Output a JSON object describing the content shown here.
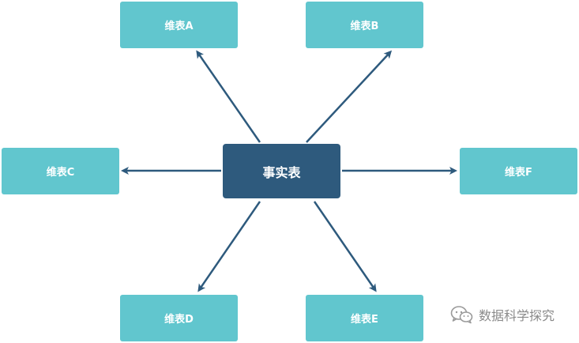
{
  "diagram": {
    "fact_table": "事实表",
    "dimensions": {
      "a": "维表A",
      "b": "维表B",
      "c": "维表C",
      "d": "维表D",
      "e": "维表E",
      "f": "维表F"
    }
  },
  "watermark": {
    "text": "数据科学探究",
    "icon": "wechat-icon"
  },
  "colors": {
    "dimension_fill": "#61c6ce",
    "fact_fill": "#2e5a7d",
    "arrow": "#2e5a7d",
    "text": "#ffffff",
    "watermark": "#8a8a8a"
  }
}
